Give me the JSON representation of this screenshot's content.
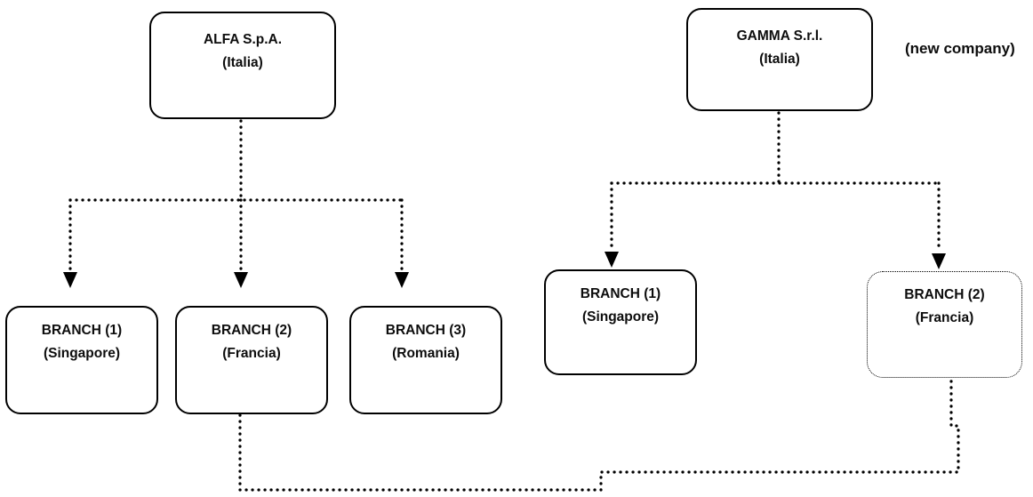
{
  "diagram": {
    "annotation": "(new company)",
    "colors": {
      "line": "#000000",
      "border": "#000000",
      "fill": "#ffffff",
      "text": "#0d0d0d"
    },
    "alfa": {
      "parent_name": "ALFA S.p.A.",
      "parent_country": "(Italia)",
      "branches": [
        {
          "name": "BRANCH (1)",
          "country": "(Singapore)"
        },
        {
          "name": "BRANCH (2)",
          "country": "(Francia)"
        },
        {
          "name": "BRANCH (3)",
          "country": "(Romania)"
        }
      ]
    },
    "gamma": {
      "parent_name": "GAMMA S.r.l.",
      "parent_country": "(Italia)",
      "branches": [
        {
          "name": "BRANCH (1)",
          "country": "(Singapore)"
        },
        {
          "name": "BRANCH (2)",
          "country": "(Francia)",
          "border_style": "dotted"
        }
      ]
    }
  }
}
